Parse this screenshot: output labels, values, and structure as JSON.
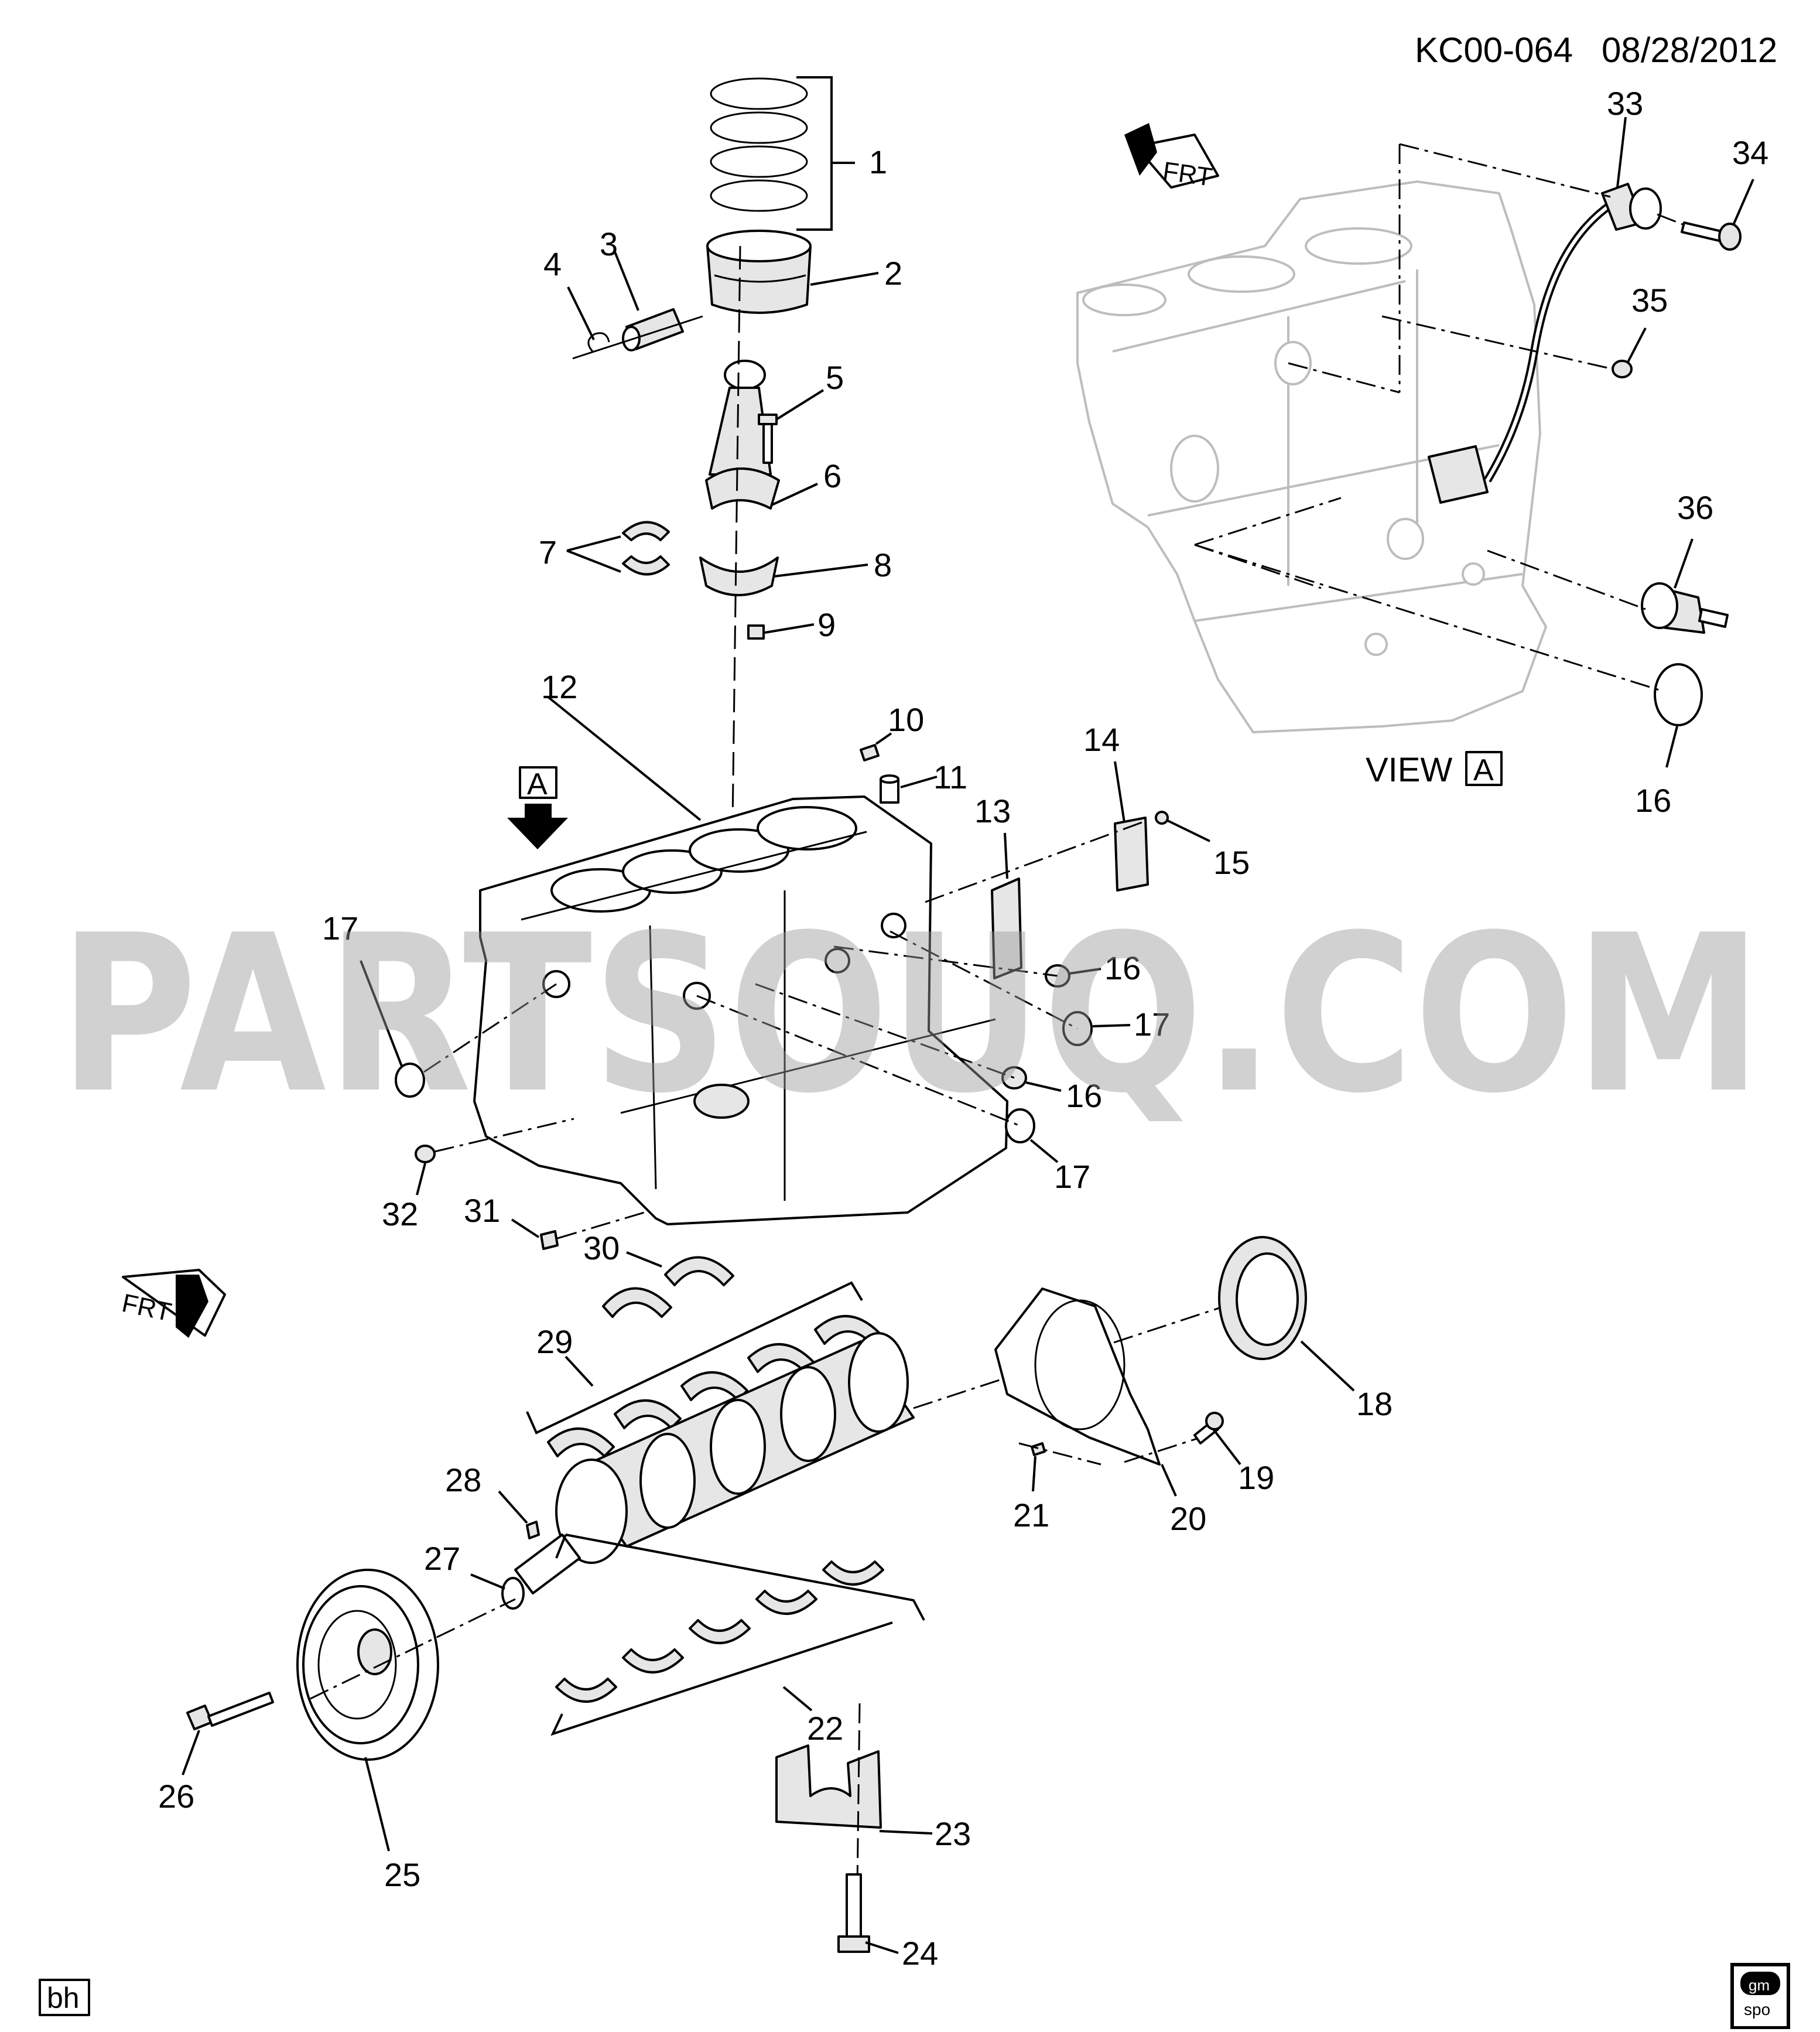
{
  "header": {
    "diagram_id": "KC00-064",
    "date": "08/28/2012"
  },
  "watermark": "PARTSOUQ.COM",
  "view_label": "VIEW",
  "view_ref": "A",
  "view_marker": "A",
  "direction_labels": {
    "main": "FRT",
    "inset": "FRT"
  },
  "illustrator_tag": "bh",
  "publisher_logo": [
    "gm",
    "spo"
  ],
  "callouts": [
    "1",
    "2",
    "3",
    "4",
    "5",
    "6",
    "7",
    "8",
    "9",
    "10",
    "11",
    "12",
    "13",
    "14",
    "15",
    "16",
    "16",
    "16",
    "17",
    "17",
    "17",
    "18",
    "19",
    "20",
    "21",
    "22",
    "23",
    "24",
    "25",
    "26",
    "27",
    "28",
    "29",
    "30",
    "31",
    "32",
    "33",
    "34",
    "35",
    "36",
    "16"
  ]
}
